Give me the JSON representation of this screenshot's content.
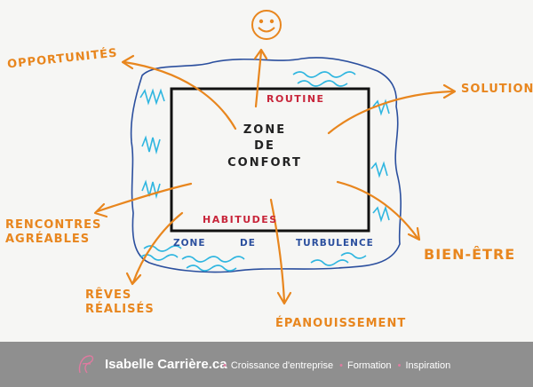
{
  "diagram": {
    "center": {
      "line1": "Zone",
      "line2": "de",
      "line3": "confort"
    },
    "inner_top": "Routine",
    "inner_bottom": "Habitudes",
    "ring": {
      "word1": "Zone",
      "word2": "de",
      "word3": "turbulence"
    },
    "outcomes": {
      "top_left": "Opportunités",
      "top_right": "Solution",
      "left_line1": "Rencontres",
      "left_line2": "agréables",
      "bottom_left_line1": "Rêves",
      "bottom_left_line2": "réalisés",
      "bottom": "Épanouissement",
      "right": "Bien-être"
    }
  },
  "footer": {
    "brand": "Isabelle Carrière.ca",
    "items": [
      "Croissance d'entreprise",
      "Formation",
      "Inspiration"
    ]
  },
  "colors": {
    "orange": "#e8861e",
    "blue": "#2b4f9e",
    "cyan": "#2fb6e0",
    "red": "#c8253a",
    "footer_bg": "#8f8f8f",
    "accent_pink": "#e07aa0"
  },
  "icons": [
    "smiley-face-icon",
    "arrow-icon",
    "brand-logo-icon"
  ]
}
